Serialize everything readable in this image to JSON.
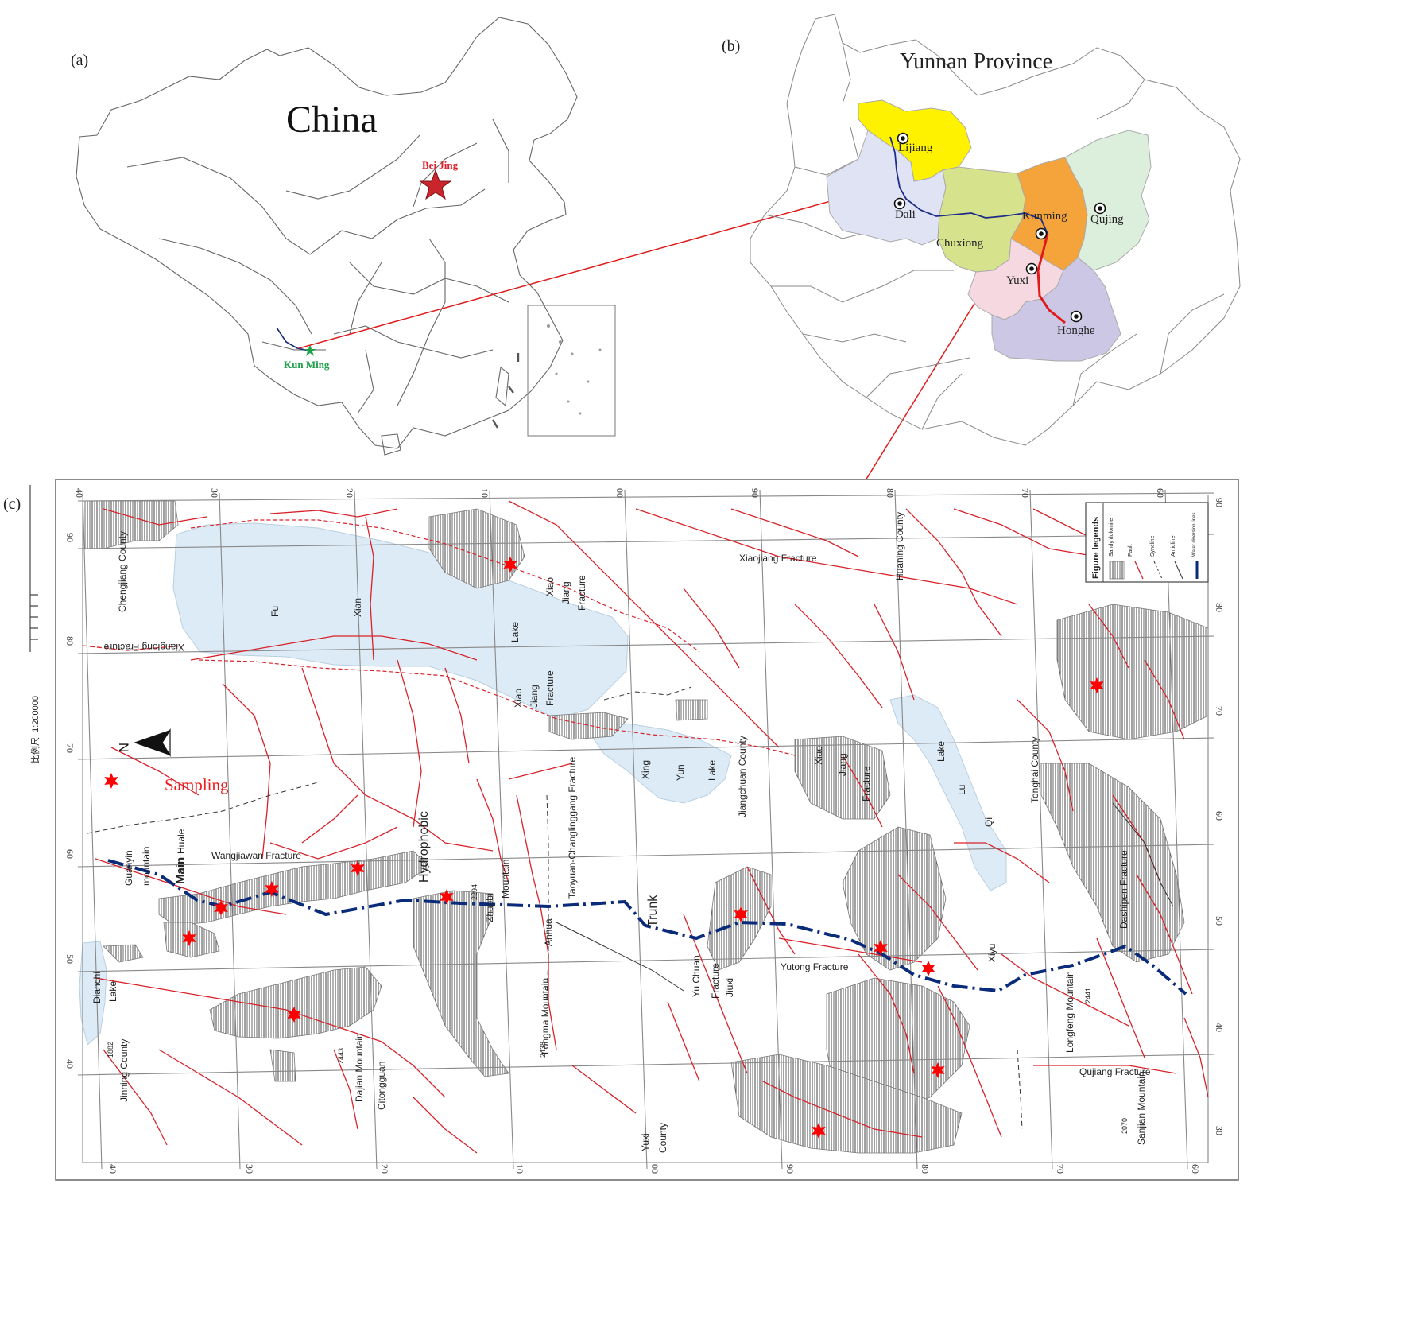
{
  "panels": {
    "a": {
      "label": "(a)",
      "title": "China",
      "capital": "Bei Jing",
      "city": "Kun Ming"
    },
    "b": {
      "label": "(b)",
      "title": "Yunnan Province",
      "cities": [
        "Lijiang",
        "Dali",
        "Chuxiong",
        "Kunming",
        "Qujing",
        "Yuxi",
        "Honghe"
      ]
    },
    "c": {
      "label": "(c)",
      "scale": "比例尺: 1:200000",
      "north": "N",
      "sampling_label": "Sampling",
      "legend": {
        "title": "Figure legends",
        "items": [
          "Sandy dolomite",
          "Fault",
          "Syncline",
          "Anticline",
          "Water diversion lines"
        ]
      },
      "top_ticks": [
        "40",
        "30",
        "20",
        "10",
        "00",
        "90",
        "80",
        "70",
        "60"
      ],
      "bottom_ticks": [
        "40",
        "30",
        "20",
        "10",
        "00",
        "90",
        "80",
        "70",
        "60"
      ],
      "left_ticks": [
        "90",
        "80",
        "70",
        "60",
        "50",
        "40"
      ],
      "right_ticks": [
        "90",
        "80",
        "70",
        "60",
        "50",
        "40",
        "30"
      ],
      "labels": {
        "chengjiang": "Chengjiang County",
        "xianglong": "Xianglong Fracture",
        "fu": "Fu",
        "xian": "Xian",
        "lake": "Lake",
        "xiao1": "Xiao",
        "jiang1": "Jiang",
        "fracture1": "Fracture",
        "xiao2": "Xiao",
        "jiang2": "Jiang",
        "fracture2": "Fracture",
        "xiaojiang_frac": "Xiaojiang Fracture",
        "huaning": "Huaning County",
        "taoyuan": "Taoyuan-Changlinggang Fracture",
        "xing": "Xing",
        "yun": "Yun",
        "lake2": "Lake",
        "jiangchuan": "Jiangchuan County",
        "xiao3": "Xiao",
        "jiang3": "Jiang",
        "fracture3": "Fracture",
        "lake3": "Lake",
        "lu": "Lu",
        "qi": "Qi",
        "tonghai": "Tonghai County",
        "huale": "Huale",
        "main": "Main",
        "mountain": "mountain",
        "guanyin": "Guanyin",
        "wangjiawan": "Wangjiawan Fracture",
        "hydrophobic": "Hydrophobic",
        "zhaobi": "Zhaobi",
        "zhaobi_mtn": "Mountain",
        "alt2294": "2294",
        "anhua": "Anhua",
        "trunk": "Trunk",
        "dianchi": "Dianchi",
        "lake4": "Lake",
        "longma": "Longma Mountain",
        "alt2438": "2438",
        "yuchuan": "Yu Chuan",
        "fracture4": "Fracture",
        "jiuxi": "Jiuxi",
        "yutong": "Yutong Fracture",
        "xiyu": "Xiyu",
        "longfeng": "Longfeng Mountain",
        "alt2441": "2441",
        "dashipen": "Dashipen Fracture",
        "jinning": "Jinning County",
        "alt1882": "1882",
        "dajian": "Dajian Mountain",
        "alt2443": "2443",
        "citongguan": "Citongguan",
        "yuxi": "Yuxi",
        "county": "County",
        "qujiang": "Qujiang Fracture",
        "sanjian": "Sanjian Mountain",
        "alt2070": "2070"
      }
    }
  },
  "colors": {
    "fault": "#d8222a",
    "water_line": "#0a2a7a",
    "lake": "#dcebf6",
    "star": "#ff0000",
    "lijiang": "#fff200",
    "dali": "#dfe3f3",
    "chuxiong": "#d7e38c",
    "kunming": "#f4a43a",
    "qujing": "#dcefdc",
    "yuxi": "#f6d9e0",
    "honghe": "#cbc7e4",
    "beijing_label": "#e0202a",
    "kunming_label": "#1fa04a"
  }
}
